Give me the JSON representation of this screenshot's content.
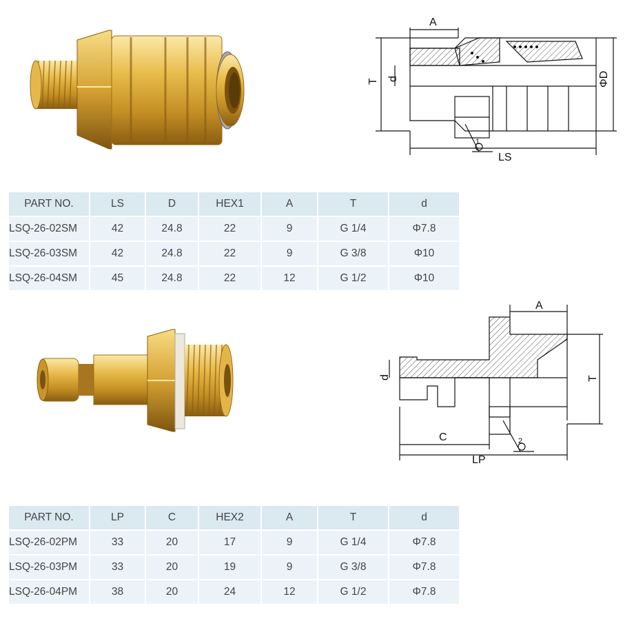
{
  "socket": {
    "table": {
      "headers": [
        "PART NO.",
        "LS",
        "D",
        "HEX1",
        "A",
        "T",
        "d"
      ],
      "rows": [
        [
          "LSQ-26-02SM",
          "42",
          "24.8",
          "22",
          "9",
          "G 1/4",
          "Φ7.8"
        ],
        [
          "LSQ-26-03SM",
          "42",
          "24.8",
          "22",
          "9",
          "G 3/8",
          "Φ10"
        ],
        [
          "LSQ-26-04SM",
          "45",
          "24.8",
          "22",
          "12",
          "G 1/2",
          "Φ10"
        ]
      ]
    },
    "drawing": {
      "label_a": "A",
      "label_t": "T",
      "label_d_small": "d",
      "label_d_big": "ΦD",
      "label_ls": "LS",
      "label_hex": "1"
    }
  },
  "plug": {
    "table": {
      "headers": [
        "PART NO.",
        "LP",
        "C",
        "HEX2",
        "A",
        "T",
        "d"
      ],
      "rows": [
        [
          "LSQ-26-02PM",
          "33",
          "20",
          "17",
          "9",
          "G 1/4",
          "Φ7.8"
        ],
        [
          "LSQ-26-03PM",
          "33",
          "20",
          "19",
          "9",
          "G 3/8",
          "Φ7.8"
        ],
        [
          "LSQ-26-04PM",
          "38",
          "20",
          "24",
          "12",
          "G 1/2",
          "Φ7.8"
        ]
      ]
    },
    "drawing": {
      "label_a": "A",
      "label_t": "T",
      "label_d_small": "d",
      "label_c": "C",
      "label_lp": "LP",
      "label_hex": "2"
    }
  },
  "colors": {
    "brass_light": "#f3d77a",
    "brass_mid": "#d9a93a",
    "brass_dark": "#9c6d17",
    "header_bg": "#dbe9f1",
    "cell_bg": "#ebf3f8"
  }
}
